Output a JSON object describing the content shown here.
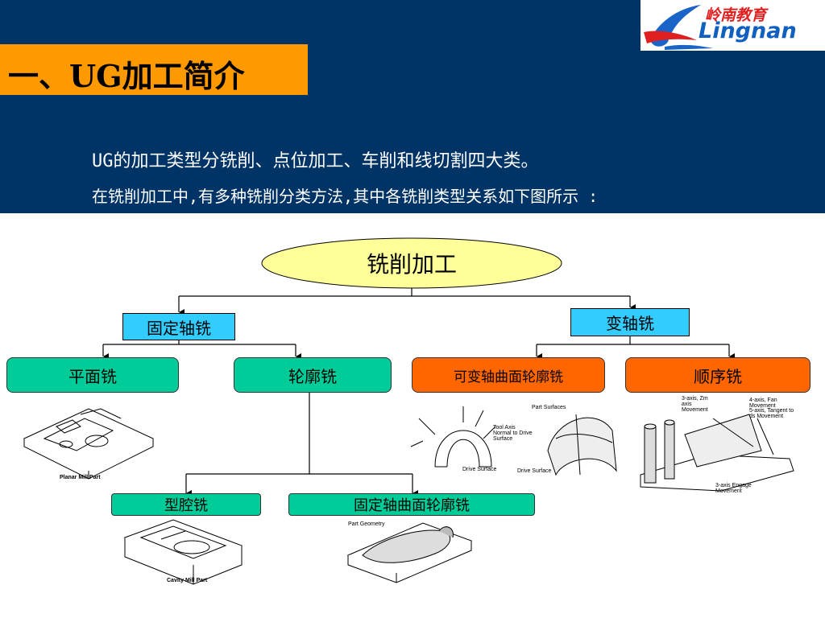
{
  "header": {
    "title": "一、UG加工简介",
    "intro_line1": "UG的加工类型分铣削、点位加工、车削和线切割四大类。",
    "intro_line2": "在铣削加工中,有多种铣削分类方法,其中各铣削类型关系如下图所示 :"
  },
  "logo": {
    "cn": "岭南教育",
    "en": "Lingnan"
  },
  "diagram": {
    "root": "铣削加工",
    "fixed_axis": "固定轴铣",
    "variable_axis": "变轴铣",
    "planar": "平面铣",
    "contour": "轮廓铣",
    "variable_contour": "可变轴曲面轮廓铣",
    "sequential": "顺序铣",
    "cavity": "型腔铣",
    "fixed_contour": "固定轴曲面轮廓铣"
  },
  "captions": {
    "planar": "Planar Mill Part",
    "cavity": "Cavity Mill Part",
    "part_geometry": "Part Geometry",
    "tool_axis": "Tool Axis Normal to Drive Surface",
    "drive_surface_1": "Drive Surface",
    "part_surfaces": "Part Surfaces",
    "drive_surface_2": "Drive Surface",
    "axis3_zm": "3-axis, Zm axis Movement",
    "axis4_fan": "4-axis, Fan Movement",
    "axis5_tangent": "5-axis, Tangent to ds Movement",
    "axis3_engage": "3-axis Engage Movement"
  },
  "colors": {
    "header_bg": "#003366",
    "title_bg": "#ff9900",
    "ellipse": "#ffff99",
    "cyan": "#33ccff",
    "green": "#00cc99",
    "orange": "#ff6600"
  }
}
